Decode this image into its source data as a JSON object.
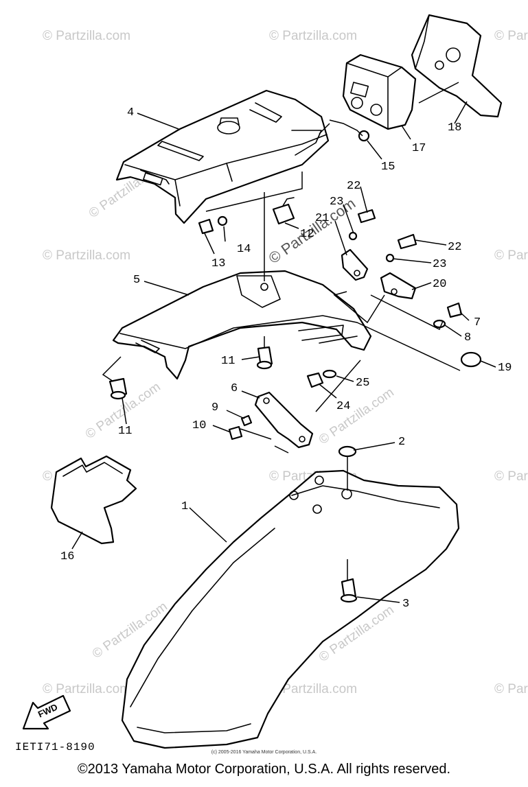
{
  "diagram": {
    "watermark": "© Partzilla.com",
    "fwd_label": "FWD",
    "diagram_code": "IETI71-8190",
    "small_copyright": "(c) 2005-2016 Yamaha Motor Corporation, U.S.A.",
    "copyright": "©2013 Yamaha Motor Corporation, U.S.A. All rights reserved.",
    "callouts": [
      "1",
      "2",
      "3",
      "4",
      "5",
      "6",
      "7",
      "8",
      "9",
      "10",
      "11",
      "11",
      "12",
      "13",
      "14",
      "15",
      "16",
      "17",
      "18",
      "19",
      "20",
      "21",
      "22",
      "22",
      "23",
      "23",
      "24",
      "25"
    ]
  }
}
